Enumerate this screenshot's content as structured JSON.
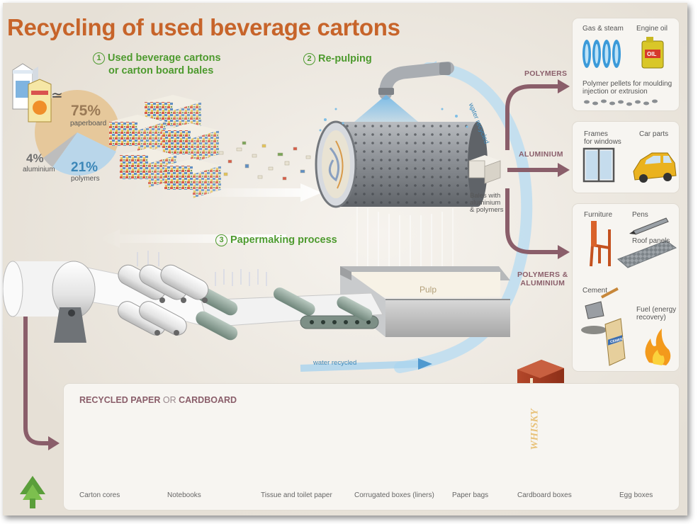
{
  "title": "Recycling of used beverage cartons",
  "steps": {
    "step1_num": "1",
    "step1_line1": "Used beverage cartons",
    "step1_line2": "or carton board bales",
    "step2_num": "2",
    "step2_label": "Re-pulping",
    "step3_num": "3",
    "step3_label": "Papermaking process"
  },
  "composition": {
    "paperboard_pct": "75%",
    "paperboard_label": "paperboard",
    "polymers_pct": "21%",
    "polymers_label": "polymers",
    "aluminium_pct": "4%",
    "aluminium_label": "aluminium",
    "approx_symbol": "≃"
  },
  "process": {
    "water_recycled_top": "water recycled",
    "water_recycled_bottom": "water recycled",
    "bales_line1": "Bales with",
    "bales_line2": "aluminium",
    "bales_line3": "& polymers",
    "pulp_label": "Pulp",
    "polymers_label": "POLYMERS",
    "aluminium_label": "ALUMINIUM",
    "polymers_aluminium_line1": "POLYMERS &",
    "polymers_aluminium_line2": "ALUMINIUM"
  },
  "outputs": {
    "gas_steam": "Gas & steam",
    "engine_oil": "Engine oil",
    "oil_can_text": "OIL",
    "pellets_line1": "Polymer pellets for moulding",
    "pellets_line2": "injection or extrusion",
    "frames_line1": "Frames",
    "frames_line2": "for windows",
    "car_parts": "Car parts",
    "furniture": "Furniture",
    "pens": "Pens",
    "roof_panels": "Roof panels",
    "cement": "Cement",
    "cement_bag_text": "CEMENT",
    "fuel_line1": "Fuel (energy",
    "fuel_line2": "recovery)"
  },
  "products": {
    "heading_part1": "RECYCLED PAPER",
    "heading_or": "OR",
    "heading_part2": "CARDBOARD",
    "items": [
      "Carton cores",
      "Notebooks",
      "Tissue and toilet paper",
      "Corrugated boxes (liners)",
      "Paper bags",
      "Cardboard boxes",
      "Egg boxes"
    ],
    "whisky_text": "WHISKY"
  },
  "colors": {
    "title": "#c7642a",
    "step_green": "#4d9a2e",
    "category_mauve": "#8a5e6a",
    "water_blue": "#3c87b8",
    "pie_paperboard": "#e6c89b",
    "pie_polymers": "#b9d6ea",
    "pie_aluminium": "#bdbdbd"
  },
  "icons": [
    "milk-carton-icon",
    "juice-carton-icon",
    "flame-icon",
    "oil-can-icon",
    "window-icon",
    "car-icon",
    "chair-icon",
    "pen-icon",
    "roof-panel-icon",
    "trowel-icon",
    "cement-bag-icon",
    "fire-icon",
    "logo-icon"
  ]
}
